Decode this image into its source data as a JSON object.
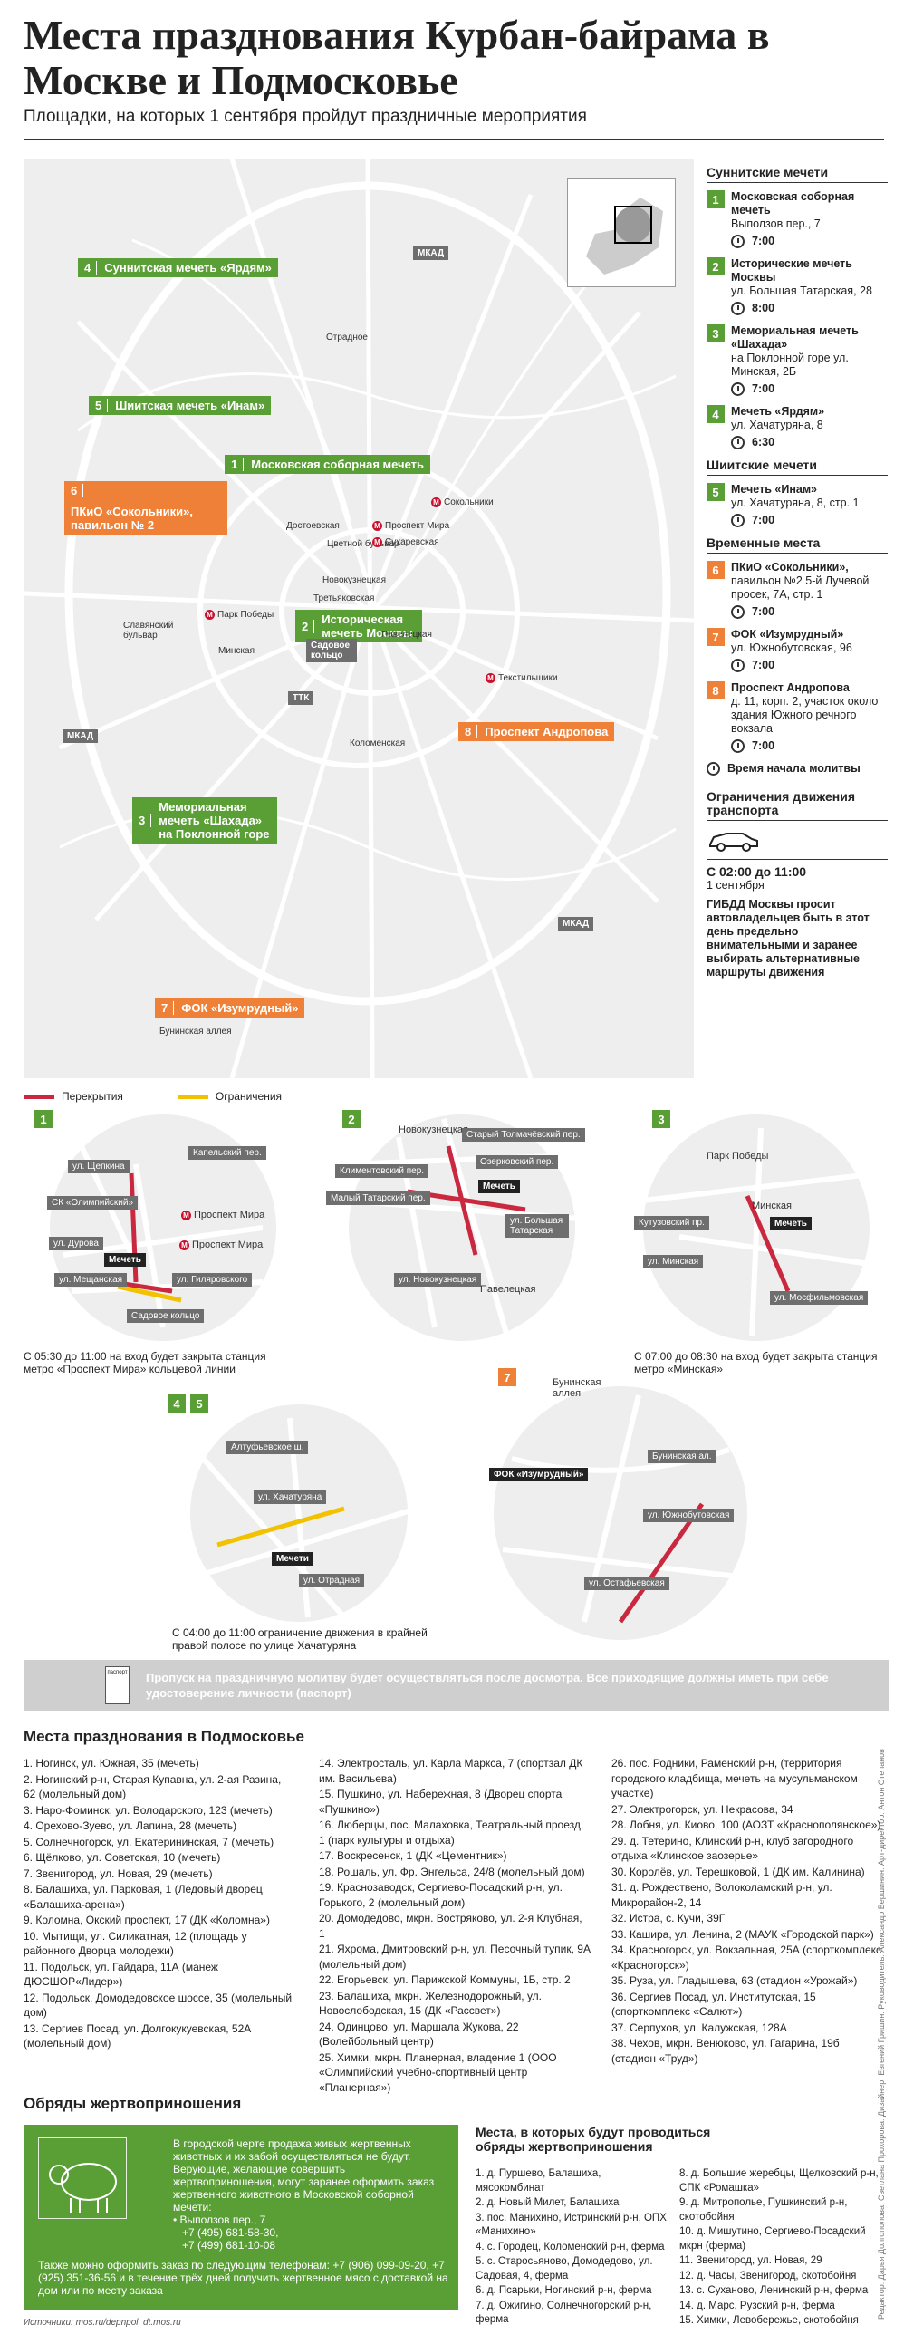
{
  "title": "Места празднования Курбан-байрама в Москве и Подмосковье",
  "subtitle": "Площадки, на которых 1 сентября пройдут праздничные мероприятия",
  "legend": {
    "sunni_h": "Суннитские мечети",
    "shia_h": "Шиитские мечети",
    "temp_h": "Временные места",
    "items": [
      {
        "n": "1",
        "name": "Московская соборная мечеть",
        "addr": "Выползов пер., 7",
        "time": "7:00"
      },
      {
        "n": "2",
        "name": "Исторические мечеть Москвы",
        "addr": "ул. Большая Татарская, 28",
        "time": "8:00"
      },
      {
        "n": "3",
        "name": "Мемориальная мечеть «Шахада»",
        "addr": "на Поклонной горе ул. Минская, 2Б",
        "time": "7:00"
      },
      {
        "n": "4",
        "name": "Мечеть «Ярдям»",
        "addr": "ул. Хачатуряна, 8",
        "time": "6:30"
      },
      {
        "n": "5",
        "name": "Мечеть «Инам»",
        "addr": "ул. Хачатуряна, 8, стр. 1",
        "time": "7:00"
      },
      {
        "n": "6",
        "name": "ПКиО «Сокольники»,",
        "addr": "павильон №2 5-й Лучевой просек, 7А, стр. 1",
        "time": "7:00"
      },
      {
        "n": "7",
        "name": "ФОК «Изумрудный»",
        "addr": "ул. Южнобутовская, 96",
        "time": "7:00"
      },
      {
        "n": "8",
        "name": "Проспект Андропова",
        "addr": "д. 11, корп. 2, участок около здания Южного речного вокзала",
        "time": "7:00"
      }
    ],
    "prayer": "Время начала молитвы",
    "traffic_h": "Ограничения движения транспорта",
    "traffic_time": "С 02:00 до 11:00",
    "traffic_date": "1 сентября",
    "traffic_text": "ГИБДД Москвы просит автовладельцев быть в этот день предельно внимательными и заранее выбирать альтернативные маршруты движения"
  },
  "map": {
    "labels": {
      "l4": "Суннитская мечеть «Ярдям»",
      "l5": "Шиитская мечеть «Инам»",
      "l1": "Московская соборная мечеть",
      "l6": "ПКиО «Сокольники», павильон № 2",
      "l2": "Историческая мечеть Москвы",
      "l8": "Проспект Андропова",
      "l3": "Мемориальная мечеть «Шахада» на Поклонной горе",
      "l7": "ФОК «Изумрудный»"
    },
    "gray": {
      "mkad1": "МКАД",
      "mkad2": "МКАД",
      "mkad3": "МКАД",
      "ttk": "ТТК",
      "sad": "Садовое кольцо"
    },
    "stations": {
      "otr": "Отрадное",
      "sok": "Сокольники",
      "dost": "Достоевская",
      "pm": "Проспект Мира",
      "cb": "Цветной бульвар",
      "sukh": "Сухаревская",
      "nov": "Новокузнецкая",
      "tret": "Третьяковская",
      "pav": "Павелецкая",
      "pp": "Парк Победы",
      "slav": "Славянский бульвар",
      "min": "Минская",
      "tekst": "Текстильщики",
      "kol": "Коломенская",
      "bun": "Бунинская аллея"
    }
  },
  "road_legend": {
    "closed": "Перекрытия",
    "limited": "Ограничения"
  },
  "insets": {
    "i1": {
      "labels": [
        "ул. Щепкина",
        "Капельский пер.",
        "СК «Олимпийский»",
        "Проспект Мира",
        "ул. Дурова",
        "Проспект Мира",
        "Мечеть",
        "ул. Мещанская",
        "ул. Гиляровского",
        "Садовое кольцо"
      ],
      "note": "С 05:30 до 11:00 на вход будет закрыта станция метро «Проспект Мира» кольцевой линии"
    },
    "i2": {
      "labels": [
        "Новокузнецкая",
        "Старый Толмачёвский пер.",
        "Климентовский пер.",
        "Озерковский пер.",
        "Малый Татарский пер.",
        "Мечеть",
        "ул. Большая Татарская",
        "ул. Новокузнецкая",
        "Павелецкая"
      ]
    },
    "i3": {
      "labels": [
        "Парк Победы",
        "Минская",
        "Кутузовский пр.",
        "Мечеть",
        "ул. Минская",
        "ул. Мосфильмовская"
      ],
      "note": "С 07:00 до 08:30 на вход будет закрыта станция метро «Минская»"
    },
    "i45": {
      "labels": [
        "Алтуфьевское ш.",
        "ул. Хачатуряна",
        "Мечети",
        "ул. Отрадная"
      ],
      "note": "С 04:00 до 11:00 ограничение движения в крайней правой полосе по улице Хачатуряна"
    },
    "i7": {
      "labels": [
        "Бунинская аллея",
        "Бунинская ал.",
        "ФОК «Изумрудный»",
        "ул. Южнобутовская",
        "ул. Остафьевская"
      ]
    }
  },
  "notice": {
    "doc": "паспорт",
    "text": "Пропуск на праздничную молитву будет осуществляться после досмотра. Все приходящие должны иметь при себе удостоверение личности (паспорт)"
  },
  "region": {
    "title": "Места празднования в Подмосковье",
    "c1": [
      "1. Ногинск, ул. Южная, 35 (мечеть)",
      "2. Ногинский р-н, Старая Купавна, ул. 2-ая Разина, 62 (молельный дом)",
      "3. Наро-Фоминск, ул. Володарского, 123 (мечеть)",
      "4. Орехово-Зуево, ул. Лапина, 28 (мечеть)",
      "5. Солнечногорск, ул. Екатерининская, 7 (мечеть)",
      "6. Щёлково, ул. Советская, 10 (мечеть)",
      "7. Звенигород, ул. Новая, 29 (мечеть)",
      "8. Балашиха, ул. Парковая, 1 (Ледовый дворец «Балашиха-арена»)",
      "9. Коломна, Окский проспект, 17 (ДК «Коломна»)",
      "10. Мытищи, ул. Силикатная, 12 (площадь у районного Дворца молодежи)",
      "11. Подольск, ул. Гайдара, 11А (манеж ДЮСШОР«Лидер»)",
      "12. Подольск, Домодедовское шоссе, 35 (молельный дом)",
      "13. Сергиев Посад, ул. Долгокукуевская, 52А (молельный дом)"
    ],
    "c2": [
      "14. Электросталь, ул. Карла Маркса, 7 (спортзал ДК им. Васильева)",
      "15. Пушкино, ул. Набережная, 8 (Дворец спорта «Пушкино»)",
      "16. Люберцы, пос. Малаховка, Театральный проезд, 1 (парк культуры и отдыха)",
      "17. Воскресенск, 1 (ДК «Цементник»)",
      "18. Рошаль, ул. Фр. Энгельса, 24/8 (молельный дом)",
      "19. Краснозаводск, Сергиево-Посадский р-н, ул. Горького, 2 (молельный дом)",
      "20. Домодедово, мкрн. Востряково, ул. 2-я Клубная, 1",
      "21. Яхрома, Дмитровский р-н, ул. Песочный тупик, 9А (молельный дом)",
      "22. Егорьевск, ул. Парижской Коммуны, 1Б, стр. 2",
      "23. Балашиха, мкрн. Железнодорожный, ул. Новослободская, 15 (ДК «Рассвет»)",
      "24. Одинцово, ул. Маршала Жукова, 22 (Волейбольный центр)",
      "25. Химки, мкрн. Планерная, владение 1 (ООО «Олимпийский учебно-спортивный центр «Планерная»)"
    ],
    "c3": [
      "26. пос. Родники, Раменский р-н, (территория городского кладбища, мечеть на мусульманском участке)",
      "27. Электрогорск, ул. Некрасова, 34",
      "28. Лобня, ул. Киово, 100 (АОЗТ «Краснополянское»)",
      "29. д. Тетерино, Клинский р-н, клуб загородного отдыха «Клинское заозерье»",
      "30. Королёв, ул. Терешковой, 1 (ДК им. Калинина)",
      "31. д. Рождествено, Волоколамский р-н, ул. Микрорайон-2, 14",
      "32. Истра, с. Кучи, 39Г",
      "33. Кашира, ул. Ленина, 2 (МАУК «Городской парк»)",
      "34. Красногорск, ул. Вокзальная, 25А (спорткомплекс «Красногорск»)",
      "35. Руза, ул. Гладышева, 63 (стадион «Урожай»)",
      "36. Сергиев Посад, ул. Институтская, 15 (спорткомплекс «Салют»)",
      "37. Серпухов, ул. Калужская, 128А",
      "38. Чехов, мкрн. Венюково, ул. Гагарина, 19б (стадион «Труд»)"
    ]
  },
  "sacrifice": {
    "title": "Обряды жертвоприношения",
    "box1": "В городской черте продажа живых жертвенных животных и их забой осуществляться не будут. Верующие, желающие совершить жертвоприношения, могут заранее оформить заказ жертвенного животного в Московской соборной мечети:",
    "addr": "• Выползов пер., 7",
    "phones1": "+7 (495) 681-58-30,",
    "phones2": "+7 (499) 681-10-08",
    "box2": "Также можно оформить заказ по следующим телефонам: +7 (906) 099-09-20, +7 (925) 351-36-56 и в течение трёх дней получить жертвенное мясо с доставкой на дом или по месту заказа",
    "places_h": "Места, в которых будут проводиться обряды жертвоприношения",
    "p1": [
      "1. д. Пуршево, Балашиха, мясокомбинат",
      "2. д. Новый Милет, Балашиха",
      "3. пос. Манихино, Истринский р-н, ОПХ «Манихино»",
      "4. с. Городец, Коломенский р-н, ферма",
      "5. с. Старосьяново, Домодедово, ул. Садовая, 4, ферма",
      "6. д. Псарьки, Ногинский р-н, ферма",
      "7. д. Ожигино, Солнечногорский р-н, ферма"
    ],
    "p2": [
      "8. д. Большие жеребцы, Щелковский р-н, СПК «Ромашка»",
      "9. д. Митропольe, Пушкинский р-н, скотобойня",
      "10. д. Мишутино, Сергиево-Посадский мкрн (ферма)",
      "11. Звенигород, ул. Новая, 29",
      "12. д. Часы, Звенигород, скотобойня",
      "13. с. Суханово, Ленинский р-н, ферма",
      "14. д. Марс, Рузский р-н, ферма",
      "15. Химки, Левобережье, скотобойня"
    ]
  },
  "sources": "Источники: mos.ru/depnpol, dt.mos.ru",
  "credits": "Редактор: Дарья Долгополова. Светлана Прохорова. Дизайнер: Евгений Гришин. Руководитель: Александр Вершинин. Арт-директор: Антон Степанов"
}
